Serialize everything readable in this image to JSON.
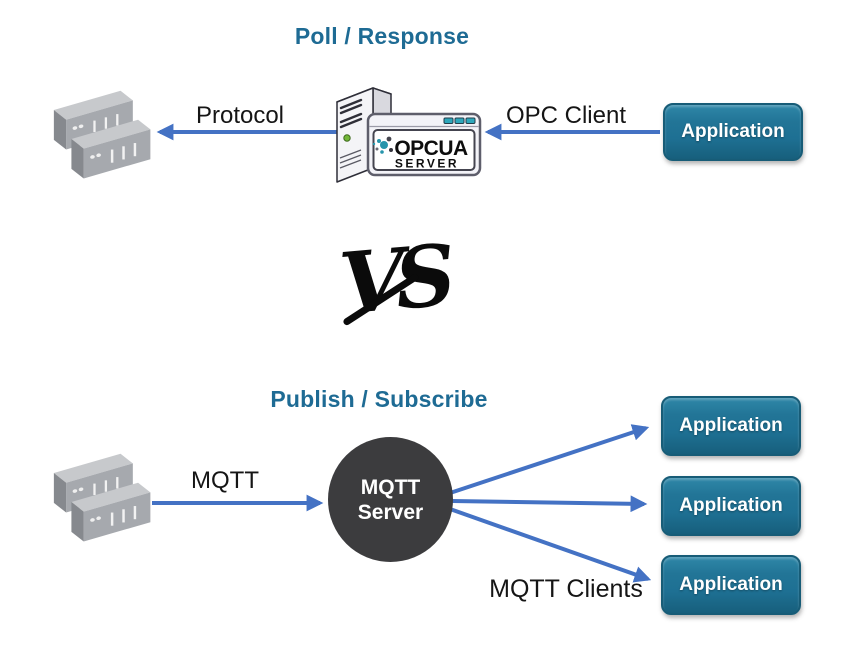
{
  "diagram": {
    "top": {
      "title": "Poll / Response",
      "protocol_label": "Protocol",
      "client_label": "OPC Client",
      "application_label": "Application",
      "server_badge": {
        "line1": "OPCUA",
        "line2": "SERVER"
      }
    },
    "divider": {
      "vs_label": "VS"
    },
    "bottom": {
      "title": "Publish / Subscribe",
      "mqtt_label": "MQTT",
      "server_circle": {
        "line1": "MQTT",
        "line2": "Server"
      },
      "clients_label": "MQTT Clients",
      "applications": [
        "Application",
        "Application",
        "Application"
      ]
    },
    "icons": {
      "left_nodes": "industrial-device-stack-icon",
      "center_top": "server-tower-with-opcua-badge-icon",
      "arrows": "blue-connector-arrow"
    },
    "colors": {
      "title_teal": "#1E6B94",
      "arrow_blue": "#4472C4",
      "application_teal": "#1E7093",
      "mqtt_circle_gray": "#3C3C3E",
      "badge_button_teal": "#2EA7BB"
    }
  }
}
